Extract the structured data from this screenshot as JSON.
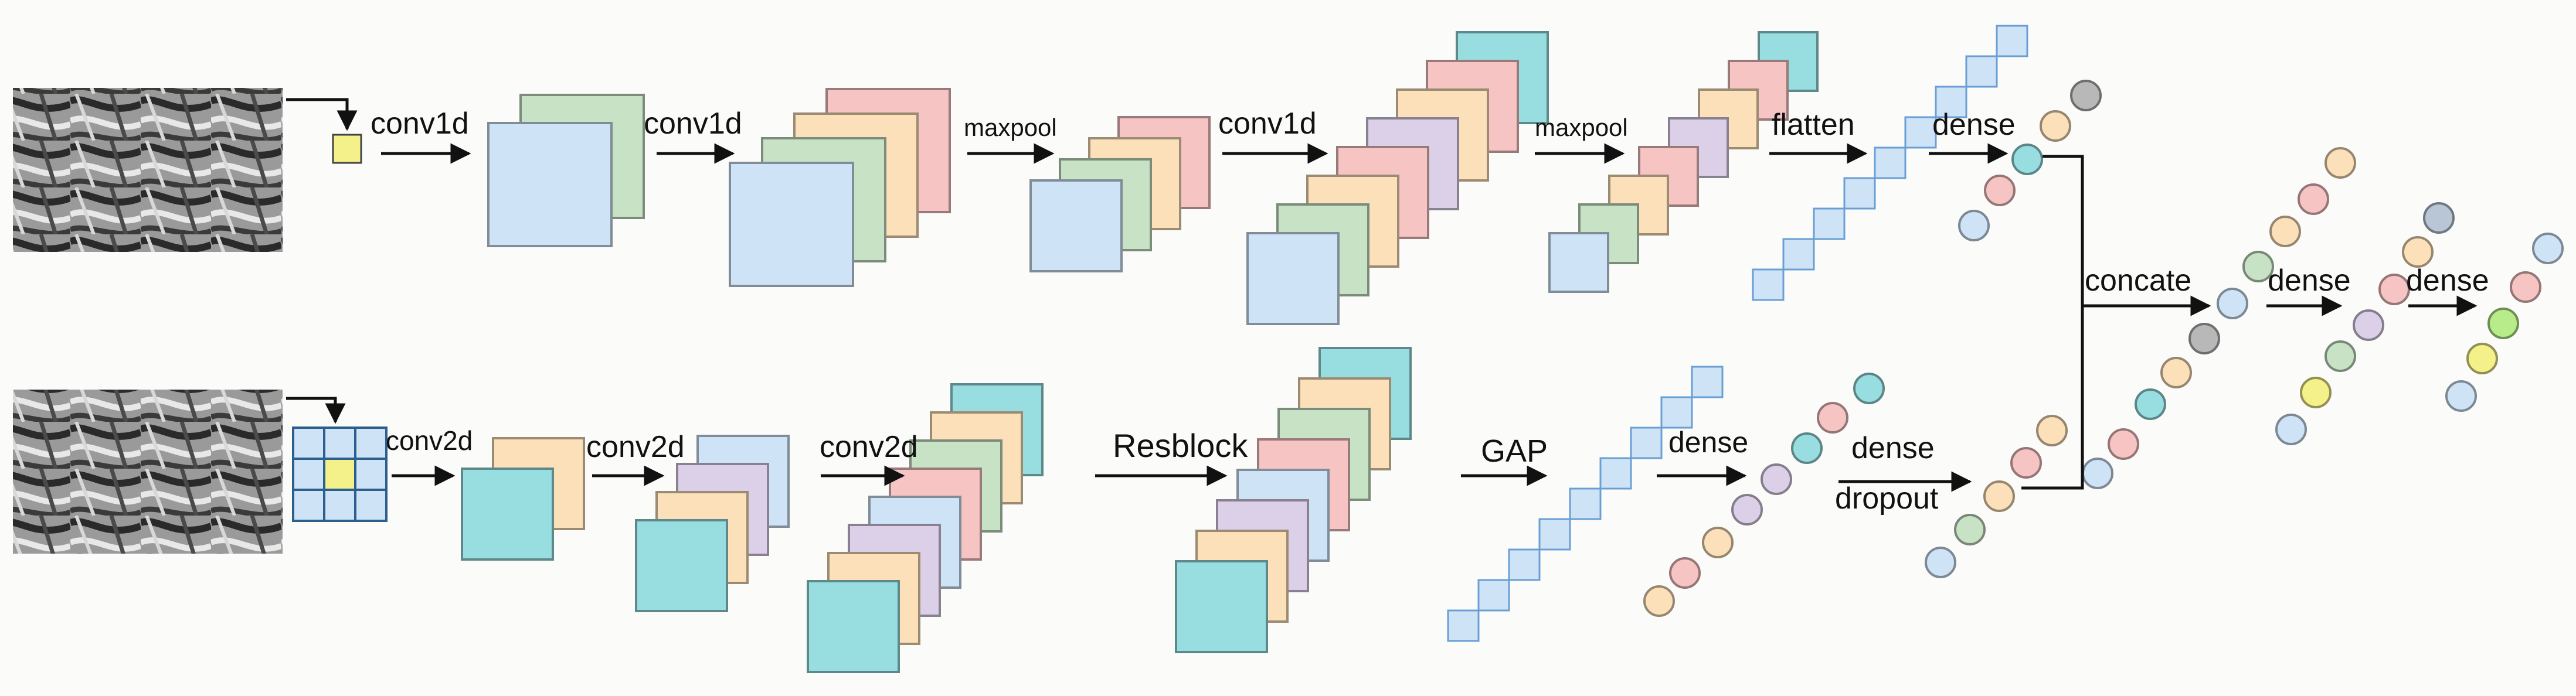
{
  "colors": {
    "blue": "#cfe3f7",
    "green": "#c8e2c5",
    "red": "#f7c4c4",
    "orange": "#fbe0b9",
    "purple": "#dcd0e8",
    "cyan": "#98dde0",
    "yellow": "#f4f08a",
    "gray": "#b8b8b8",
    "lime": "#b8ec8a",
    "navy": "#b9c6d6"
  },
  "top_branch": {
    "conv1d_1": "conv1d",
    "conv1d_2": "conv1d",
    "maxpool_1": "maxpool",
    "conv1d_3": "conv1d",
    "maxpool_2": "maxpool",
    "flatten": "flatten",
    "dense": "dense"
  },
  "bottom_branch": {
    "conv2d_1": "conv2d",
    "conv2d_2": "conv2d",
    "conv2d_3": "conv2d",
    "resblock": "Resblock",
    "gap": "GAP",
    "dense_1": "dense",
    "dense_2": "dense",
    "dropout": "dropout"
  },
  "merge": {
    "concate": "concate",
    "dense_1": "dense",
    "dense_2": "dense"
  }
}
